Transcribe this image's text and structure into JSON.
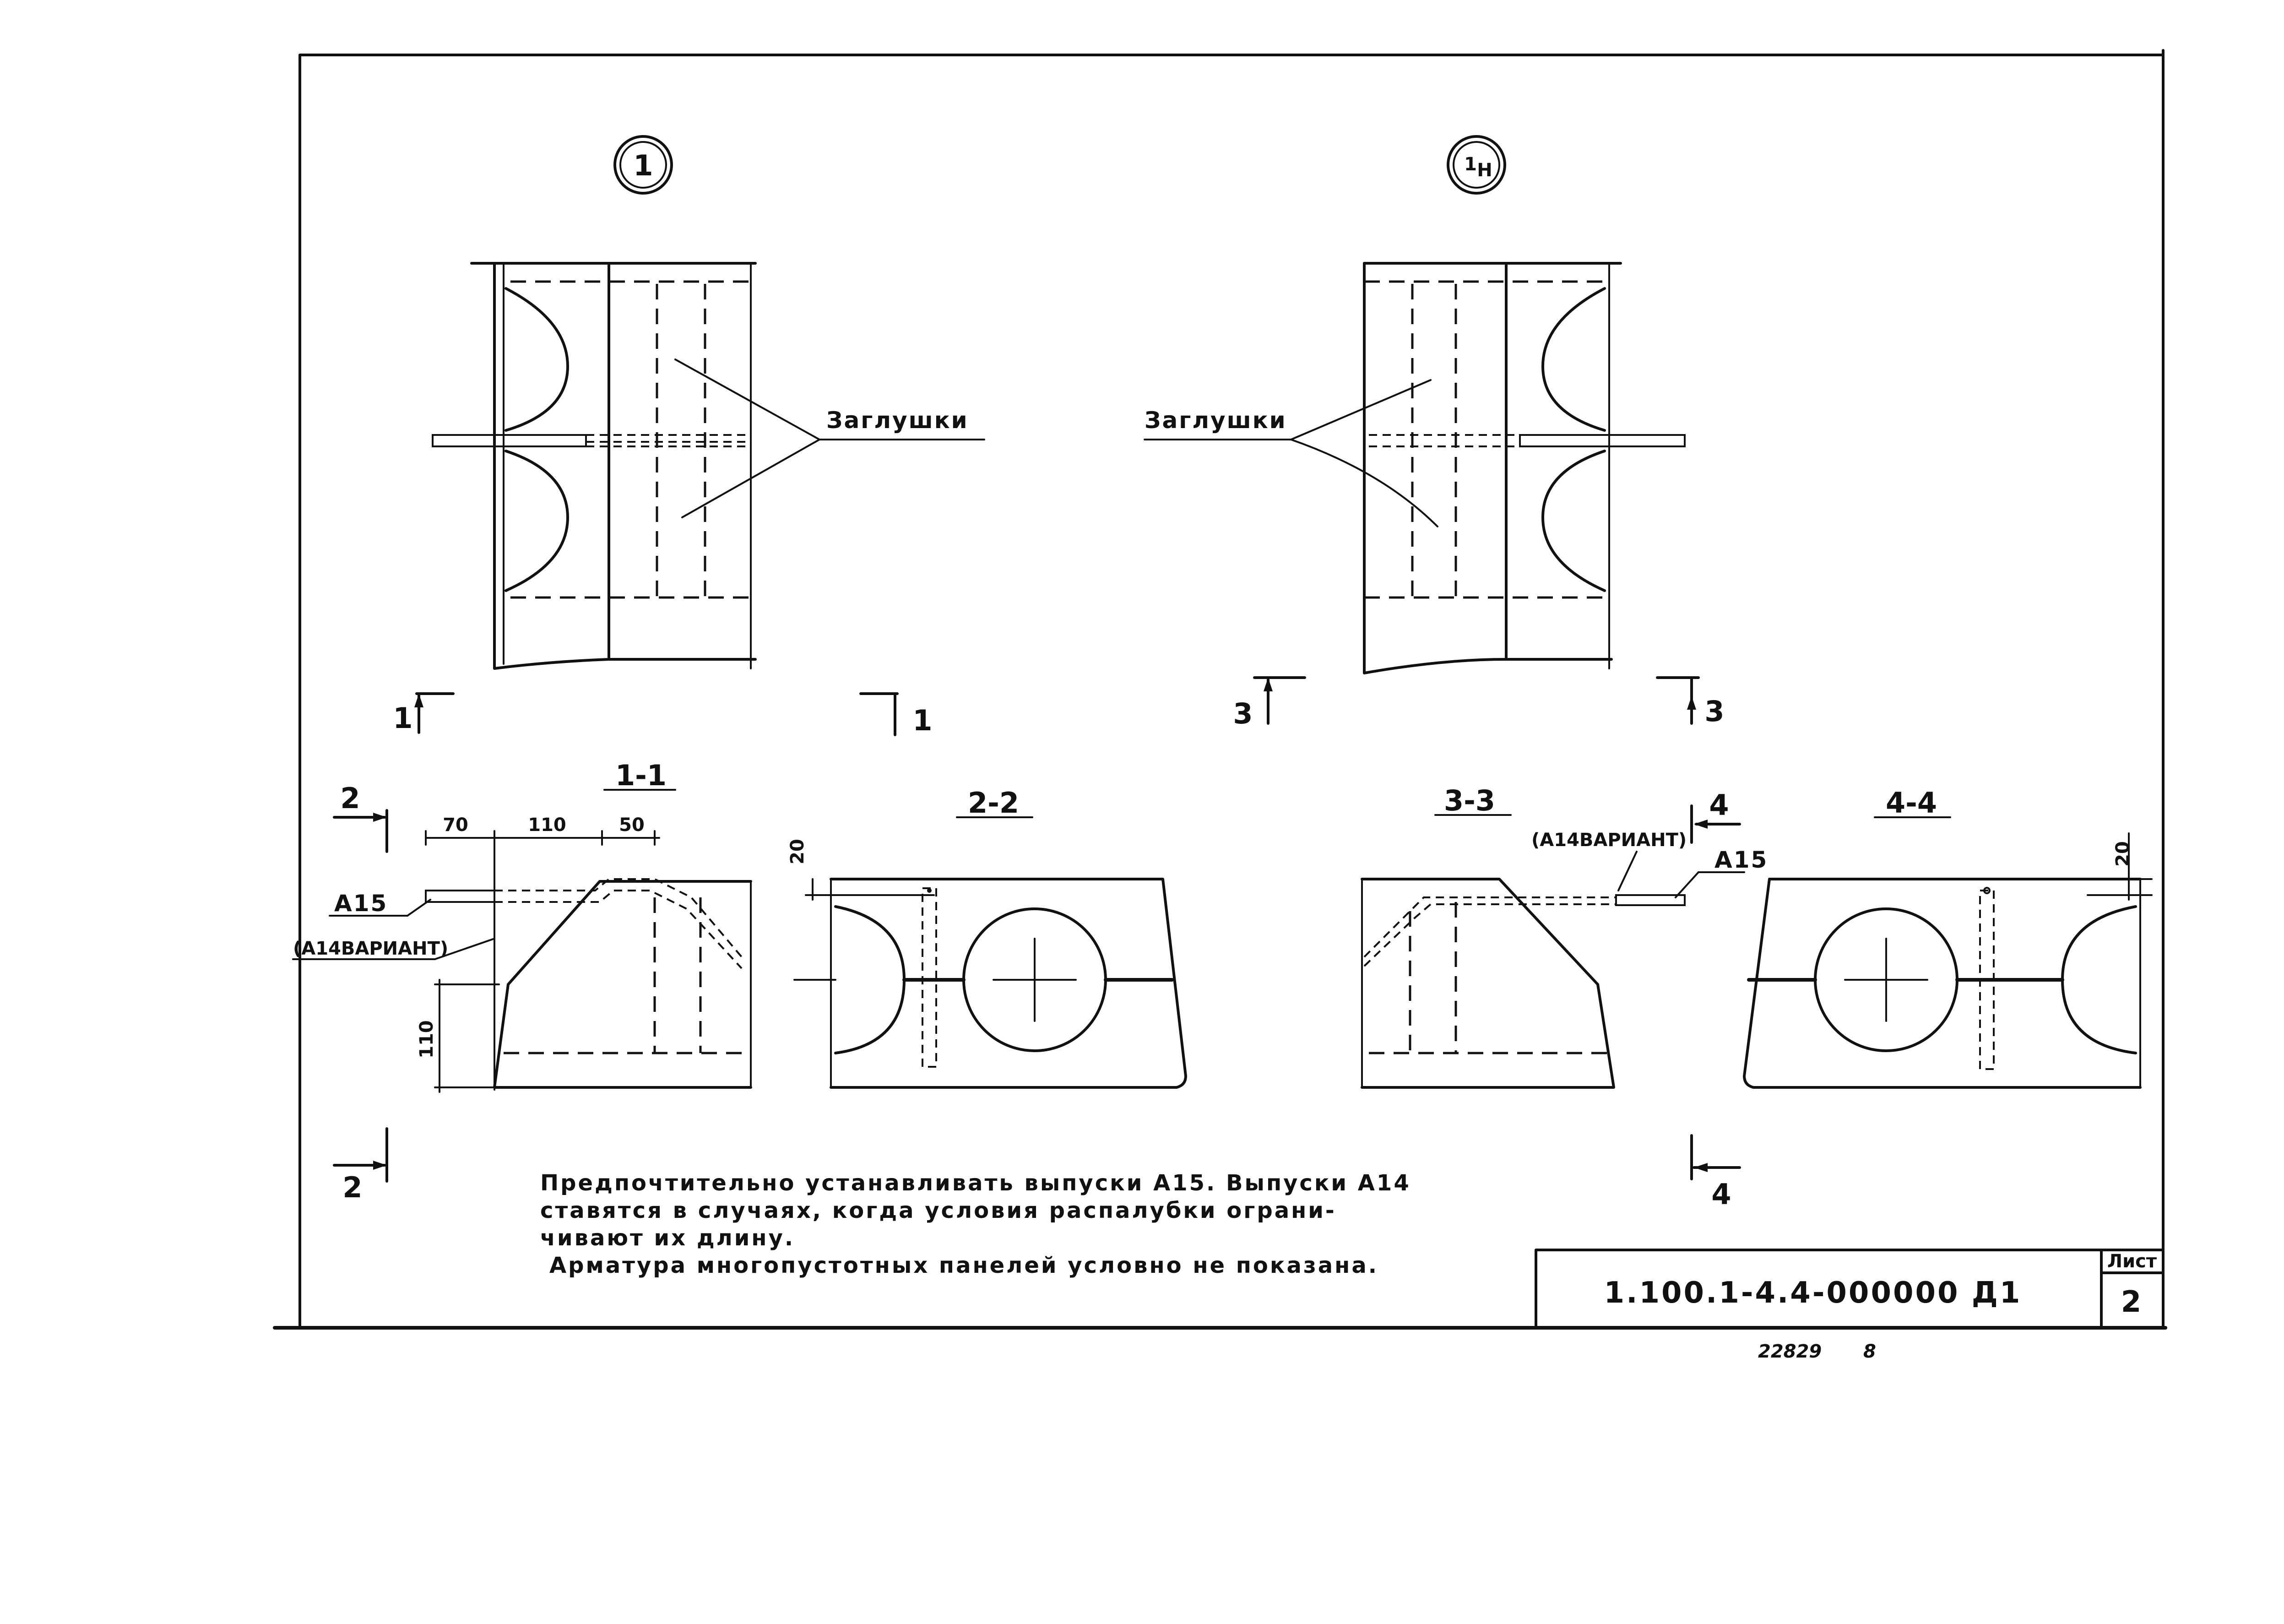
{
  "detail_marks": {
    "left": "1",
    "right_main": "1",
    "right_sub": "Н"
  },
  "callouts": {
    "plugs_left": "Заглушки",
    "plugs_right": "Заглушки"
  },
  "section_marks": {
    "s1": "1",
    "s2": "2",
    "s3": "3",
    "s4": "4"
  },
  "section_titles": {
    "t11": "1-1",
    "t22": "2-2",
    "t33": "3-3",
    "t44": "4-4"
  },
  "dimensions": {
    "d70": "70",
    "d110h": "110",
    "d50": "50",
    "d110v": "110",
    "d20a": "20",
    "d20b": "20"
  },
  "rebar_labels": {
    "a15_left": "А15",
    "a14_left": "(А14ВАРИАНТ)",
    "a14_right": "(А14ВАРИАНТ)",
    "a15_right": "А15"
  },
  "notes": {
    "line1": "Предпочтительно устанавливать выпуски А15. Выпуски А14",
    "line2": "ставятся в случаях, когда условия распалубки ограни-",
    "line3": "чивают их длину.",
    "line4": "Арматура многопустотных панелей условно не показана."
  },
  "title_block": {
    "code": "1.100.1-4.4-000000 Д1",
    "sheet_label": "Лист",
    "sheet_number": "2"
  },
  "footer": {
    "inventory": "22829",
    "format": "8"
  }
}
